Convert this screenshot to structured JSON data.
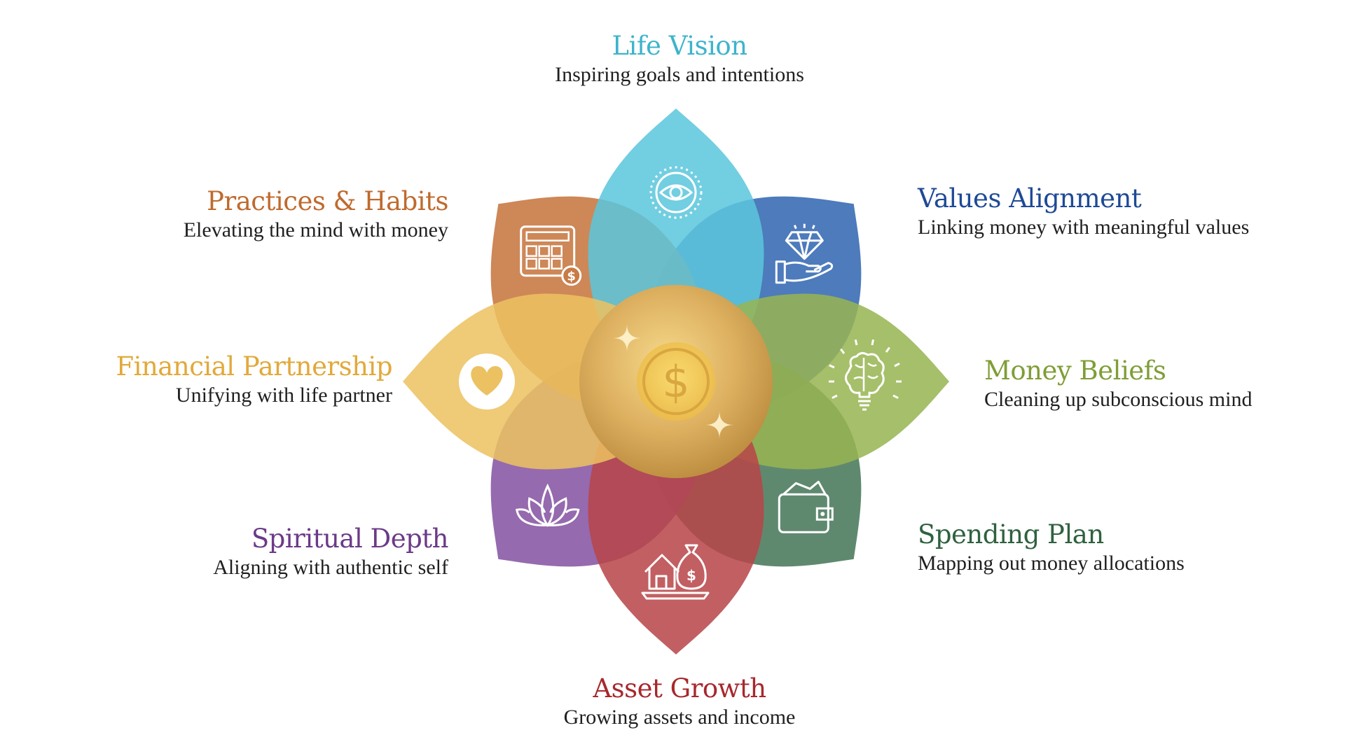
{
  "segments": [
    {
      "key": "life_vision",
      "title": "Life Vision",
      "subtitle": "Inspiring goals and intentions",
      "color": "#5bc6dc",
      "title_color": "#3db4cc",
      "icon": "eye-icon"
    },
    {
      "key": "values_alignment",
      "title": "Values Alignment",
      "subtitle": "Linking money with meaningful values",
      "color": "#3a6db5",
      "title_color": "#1e4a96",
      "icon": "diamond-hand-icon"
    },
    {
      "key": "money_beliefs",
      "title": "Money Beliefs",
      "subtitle": "Cleaning up subconscious mind",
      "color": "#97b552",
      "title_color": "#7f9e36",
      "icon": "brain-bulb-icon"
    },
    {
      "key": "spending_plan",
      "title": "Spending Plan",
      "subtitle": "Mapping out money allocations",
      "color": "#4e7c5f",
      "title_color": "#2f6140",
      "icon": "wallet-icon"
    },
    {
      "key": "asset_growth",
      "title": "Asset Growth",
      "subtitle": "Growing assets and income",
      "color": "#b84548",
      "title_color": "#a7282d",
      "icon": "house-moneybag-icon"
    },
    {
      "key": "spiritual_depth",
      "title": "Spiritual Depth",
      "subtitle": "Aligning with authentic self",
      "color": "#8a5aa5",
      "title_color": "#6c3a88",
      "icon": "lotus-icon"
    },
    {
      "key": "financial_partnership",
      "title": "Financial Partnership",
      "subtitle": "Unifying with life partner",
      "color": "#ecc161",
      "title_color": "#e2a93a",
      "icon": "heart-icon"
    },
    {
      "key": "practices_habits",
      "title": "Practices & Habits",
      "subtitle": "Elevating the mind with money",
      "color": "#c97a45",
      "title_color": "#bf6a2e",
      "icon": "calculator-icon"
    }
  ],
  "center": {
    "icon": "dollar-coin-icon",
    "color": "#d9a63f"
  }
}
